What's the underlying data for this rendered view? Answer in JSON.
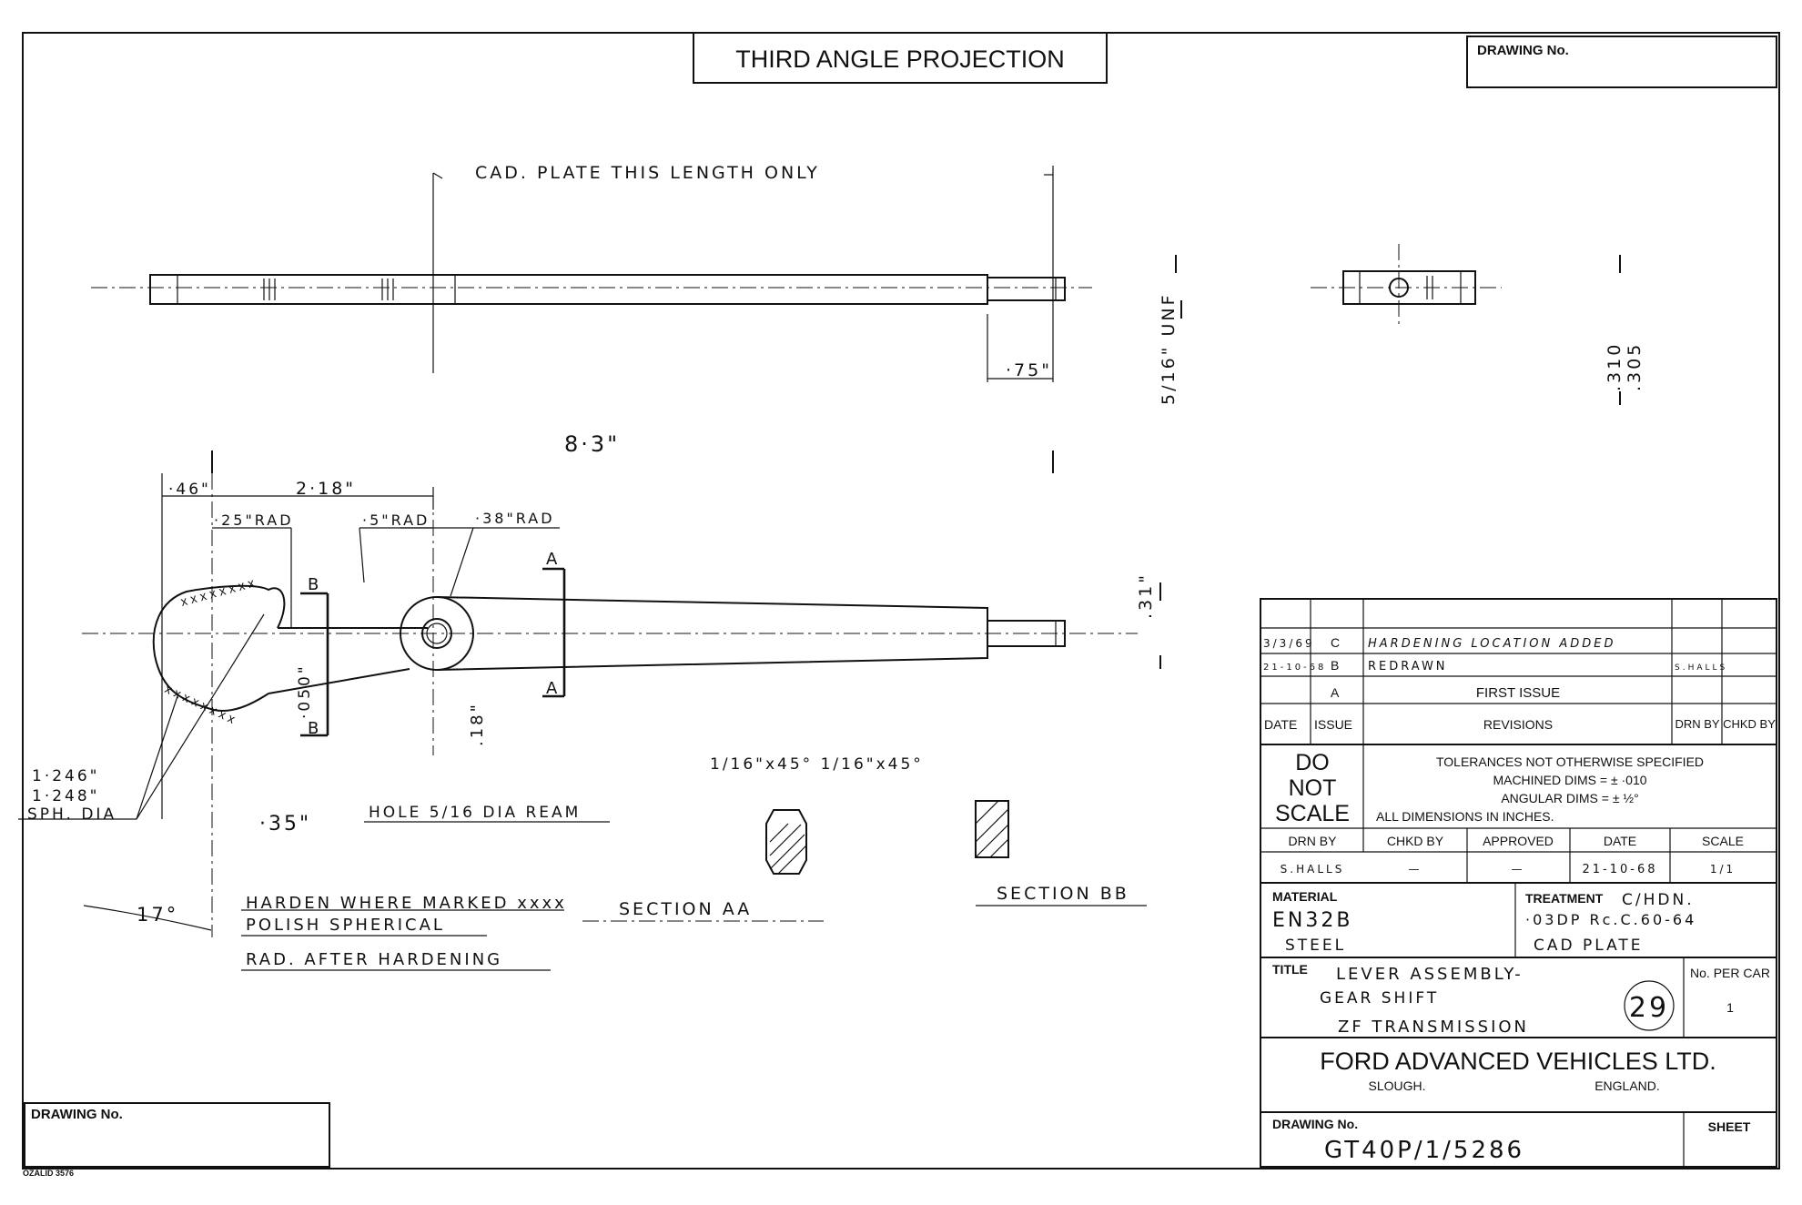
{
  "header": {
    "projection": "THIRD ANGLE PROJECTION",
    "drawing_no_label_top": "DRAWING No.",
    "drawing_no_label_bottom_left": "DRAWING No.",
    "ozalid": "OZALID 3576"
  },
  "annotations": {
    "cad_plate": "CAD. PLATE THIS LENGTH ONLY",
    "dim_075": "·75\"",
    "thread_unf": "5/16\" UNF",
    "dim_310": ".310",
    "dim_305": ".305",
    "dim_83": "8·3\"",
    "dim_46": "·46\"",
    "dim_218": "2·18\"",
    "rad_25": "·25\"RAD",
    "rad_5": "·5\"RAD",
    "rad_38": "·38\"RAD",
    "dim_31": ".31\"",
    "dim_050": "·050\"",
    "dim_18": ".18\"",
    "sec_a_top": "A",
    "sec_a_bottom": "A",
    "sec_b_top": "B",
    "sec_b_bottom": "B",
    "sph_dia_1": "1·246\"",
    "sph_dia_2": "1·248\"",
    "sph_dia_3": "SPH. DIA",
    "dim_35": "·35\"",
    "hole_ream": "HOLE 5/16 DIA REAM",
    "chamfer": "1/16\"x45°  1/16\"x45°",
    "angle_17": "17°",
    "note_1": "HARDEN WHERE MARKED xxxx",
    "note_2": "POLISH SPHERICAL",
    "note_3": "RAD. AFTER HARDENING",
    "section_aa": "SECTION AA",
    "section_bb": "SECTION BB"
  },
  "revisions": {
    "rows": [
      {
        "date": "3/3/69",
        "issue": "C",
        "text": "HARDENING LOCATION ADDED",
        "drn": "",
        "chkd": ""
      },
      {
        "date": "21-10-68",
        "issue": "B",
        "text": "REDRAWN",
        "drn": "S.HALLS",
        "chkd": ""
      },
      {
        "date": "",
        "issue": "A",
        "text": "FIRST ISSUE",
        "drn": "",
        "chkd": ""
      }
    ],
    "headers": {
      "date": "DATE",
      "issue": "ISSUE",
      "revisions": "REVISIONS",
      "drn_by": "DRN BY",
      "chkd_by": "CHKD BY"
    }
  },
  "title_block": {
    "do_not_scale": [
      "DO",
      "NOT",
      "SCALE"
    ],
    "tolerances": [
      "TOLERANCES NOT OTHERWISE SPECIFIED",
      "MACHINED DIMS  =  ±  ·010",
      "ANGULAR DIMS  =  ±  ½°",
      "ALL DIMENSIONS IN INCHES."
    ],
    "labels": {
      "drn_by": "DRN BY",
      "chkd_by": "CHKD BY",
      "approved": "APPROVED",
      "date": "DATE",
      "scale": "SCALE"
    },
    "values": {
      "drn_by": "S.HALLS",
      "chkd_by": "—",
      "approved": "—",
      "date": "21-10-68",
      "scale": "1/1"
    },
    "material_label": "MATERIAL",
    "material": [
      "EN32B",
      "STEEL"
    ],
    "treatment_label": "TREATMENT",
    "treatment": [
      "C/HDN.",
      "·03DP Rc.C.60-64",
      "CAD PLATE"
    ],
    "title_label": "TITLE",
    "title": [
      "LEVER ASSEMBLY-",
      "GEAR SHIFT",
      "ZF TRANSMISSION"
    ],
    "part_number_circle": "29",
    "no_per_car_label": "No. PER CAR",
    "no_per_car": "1",
    "company": "FORD ADVANCED VEHICLES LTD.",
    "city": "SLOUGH.",
    "country": "ENGLAND.",
    "drawing_no_label": "DRAWING No.",
    "drawing_no": "GT40P/1/5286",
    "sheet_label": "SHEET"
  }
}
